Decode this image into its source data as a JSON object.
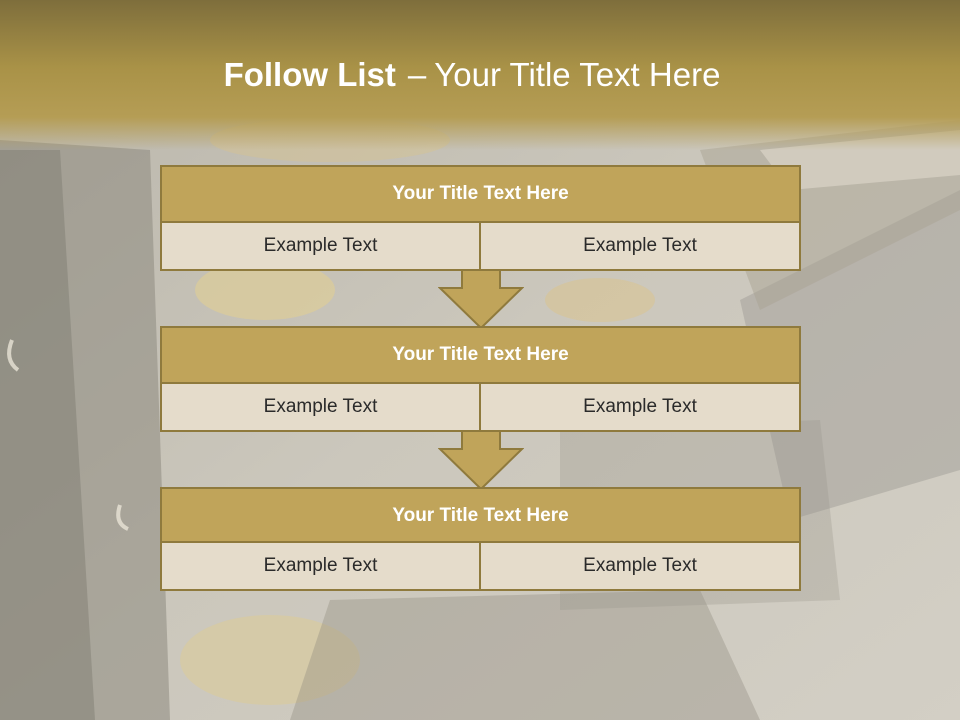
{
  "slide": {
    "title_bold": "Follow List",
    "title_separator": "–",
    "title_rest": "Your Title Text Here"
  },
  "blocks": [
    {
      "title": "Your Title Text Here",
      "left_text": "Example Text",
      "right_text": "Example Text"
    },
    {
      "title": "Your Title Text Here",
      "left_text": "Example Text",
      "right_text": "Example Text"
    },
    {
      "title": "Your Title Text Here",
      "left_text": "Example Text",
      "right_text": "Example Text"
    }
  ],
  "colors": {
    "header_fill": "#c0a45a",
    "border": "#8f7a3d",
    "cell_fill": "#e5dccb",
    "title_band": "#a99247"
  }
}
